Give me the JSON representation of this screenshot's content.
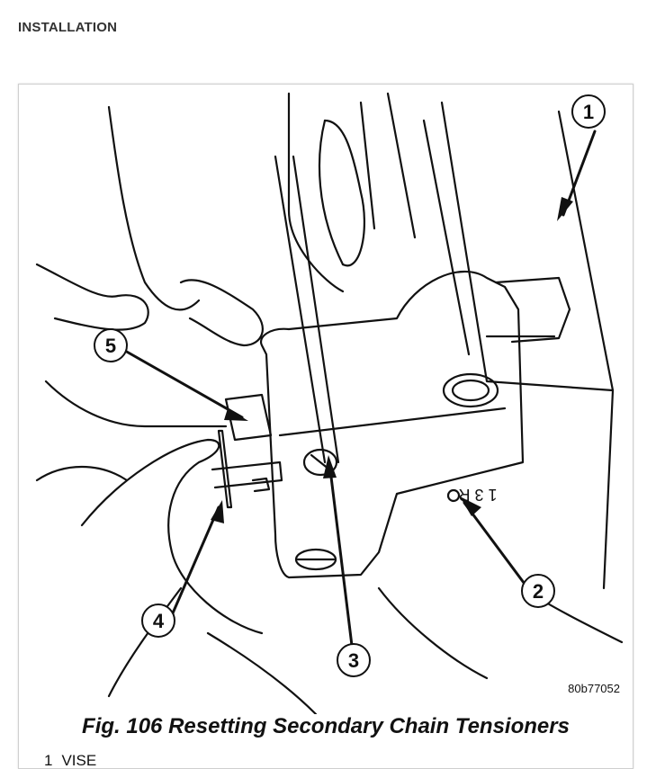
{
  "heading": "INSTALLATION",
  "figure": {
    "code": "80b77052",
    "caption": "Fig. 106 Resetting Secondary Chain Tensioners",
    "callouts": [
      "1",
      "2",
      "3",
      "4",
      "5"
    ],
    "stamp_text": "1 3 R",
    "legend": [
      {
        "number": "1",
        "text": "VISE"
      }
    ]
  }
}
